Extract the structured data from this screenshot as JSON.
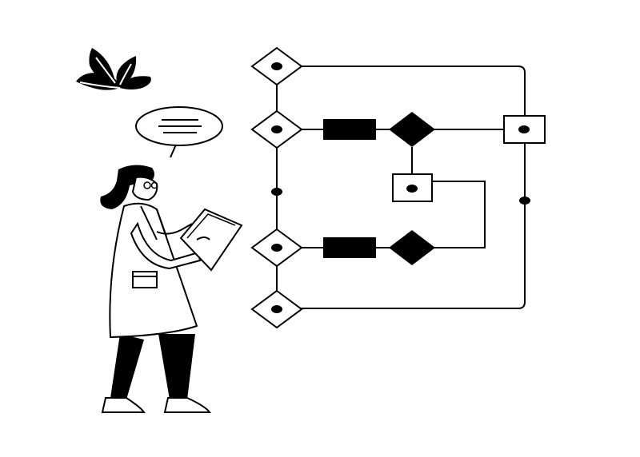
{
  "illustration": {
    "subject": "flowchart-illustration",
    "colors": {
      "ink": "#000000",
      "paper": "#ffffff"
    },
    "icons": [
      "leaf-plant-icon",
      "speech-bubble-icon",
      "person-icon",
      "clipboard-icon"
    ]
  },
  "flowchart": {
    "nodes": [
      {
        "id": "d1",
        "shape": "diamond",
        "filled": false
      },
      {
        "id": "d2",
        "shape": "diamond",
        "filled": false
      },
      {
        "id": "r1",
        "shape": "rect",
        "filled": true
      },
      {
        "id": "d3",
        "shape": "diamond",
        "filled": true
      },
      {
        "id": "r2",
        "shape": "rect",
        "filled": false
      },
      {
        "id": "r3",
        "shape": "rect",
        "filled": false
      },
      {
        "id": "d4",
        "shape": "diamond",
        "filled": false
      },
      {
        "id": "r4",
        "shape": "rect",
        "filled": true
      },
      {
        "id": "d5",
        "shape": "diamond",
        "filled": true
      },
      {
        "id": "d6",
        "shape": "diamond",
        "filled": false
      }
    ]
  }
}
